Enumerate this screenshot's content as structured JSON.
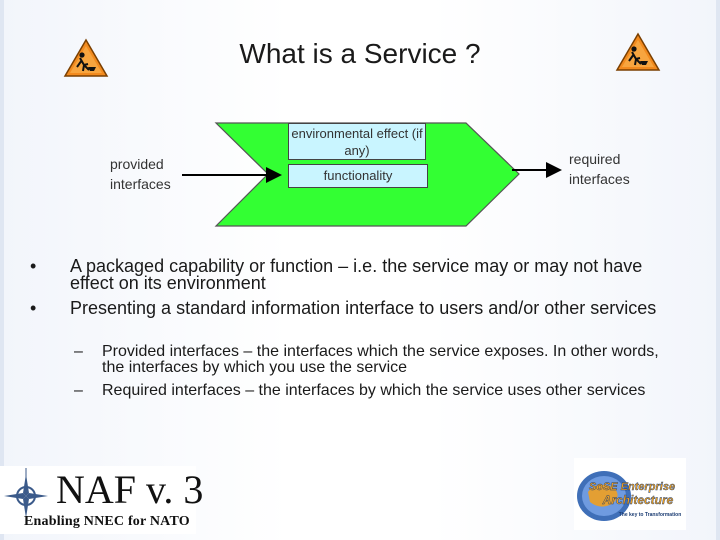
{
  "slide": {
    "title": "What is a Service ?"
  },
  "diagram": {
    "provided_label": "provided interfaces",
    "required_label": "required interfaces",
    "environmental_effect": "environmental effect (if any)",
    "functionality": "functionality",
    "colors": {
      "body": "#33ff33",
      "box": "#c9f5ff",
      "arrow": "#000000"
    }
  },
  "bullets": [
    {
      "text": "A packaged capability or function – i.e. the service may or may not have effect on its environment"
    },
    {
      "text": "Presenting a standard information interface to users and/or other services"
    }
  ],
  "sub_bullets": [
    {
      "text": "Provided interfaces – the interfaces which the service exposes. In other words, the interfaces by which you use the service"
    },
    {
      "text": "Required interfaces – the interfaces by which the service uses other services"
    }
  ],
  "logos": {
    "naf_title": "NAF v. 3",
    "naf_subtitle": "Enabling NNEC for NATO",
    "sos_line1": "SoSE Enterprise",
    "sos_line2": "Architecture",
    "sos_tagline": "The key to Transformation"
  },
  "icons": [
    "warning-sign-icon",
    "compass-rose-icon"
  ]
}
